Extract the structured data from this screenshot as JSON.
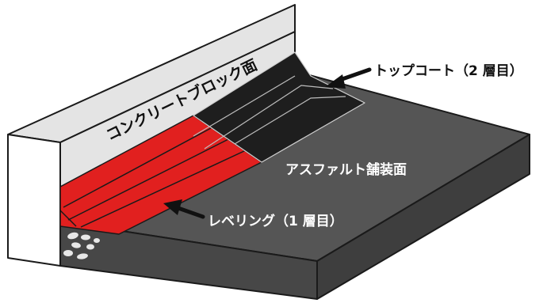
{
  "labels": {
    "concrete_block_surface": "コンクリートブロック面",
    "top_coat": "トップコート（2 層目）",
    "asphalt_surface": "アスファルト舗装面",
    "leveling": "レベリング（1 層目）"
  },
  "colors": {
    "concrete": "#e4e4e4",
    "concrete_side": "#ffffff",
    "asphalt_top": "#555555",
    "asphalt_front": "#474747",
    "asphalt_side": "#3e3e3e",
    "leveling_red": "#e1201f",
    "topcoat_black": "#1e1e1e",
    "outline": "#1a1a1a",
    "stripe_light": "#bdbdbd",
    "label_on_dark": "#ffffff",
    "label_on_light": "#111111"
  },
  "icons": [
    "arrow-to-topcoat-icon",
    "arrow-to-leveling-icon",
    "aggregate-stones-icon"
  ]
}
